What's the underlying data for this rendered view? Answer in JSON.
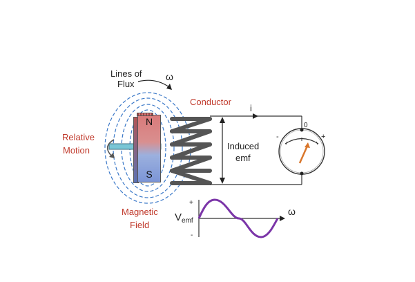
{
  "labels": {
    "lines_of_flux_1": "Lines of",
    "lines_of_flux_2": "Flux",
    "omega_top": "ω",
    "conductor": "Conductor",
    "current": "i",
    "relative_1": "Relative",
    "relative_2": "Motion",
    "pole_north": "N",
    "pole_south": "S",
    "induced_1": "Induced",
    "induced_2": "emf",
    "meter_zero": "0",
    "meter_minus": "-",
    "meter_plus": "+",
    "magnetic_1": "Magnetic",
    "magnetic_2": "Field",
    "vemf_v": "V",
    "vemf_sub": "emf",
    "graph_plus": "+",
    "graph_minus": "-",
    "graph_omega": "ω"
  },
  "colors": {
    "text": "#222222",
    "accent_red": "#c0392b",
    "flux_lines": "#3a78c8",
    "coil": "#555555",
    "wire": "#333333",
    "sine": "#7b35a8",
    "needle": "#d9762b"
  },
  "icons": {
    "rotation": "curved-arrow-icon",
    "meter": "galvanometer-icon"
  }
}
